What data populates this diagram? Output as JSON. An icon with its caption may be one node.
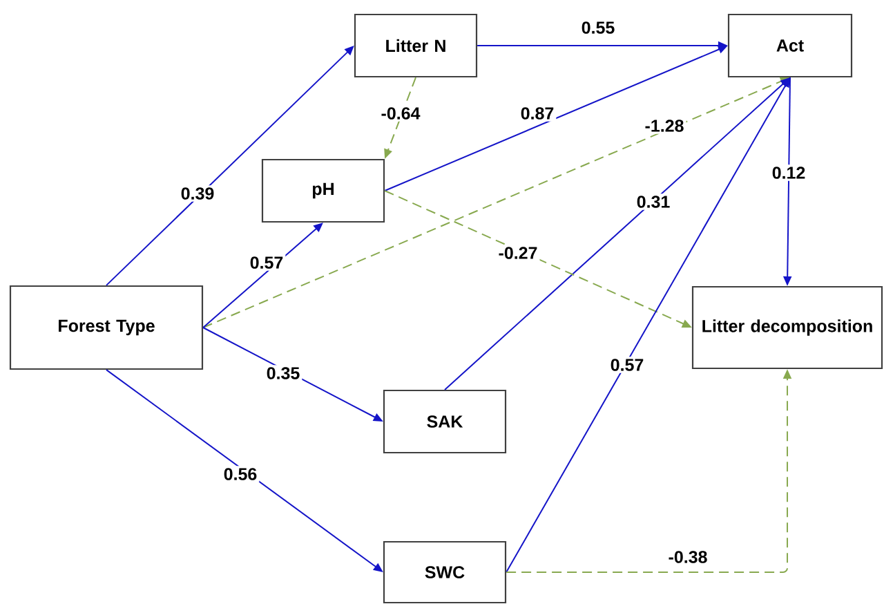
{
  "diagram": {
    "nodes": [
      {
        "text": [
          "Litter N"
        ]
      },
      {
        "text": [
          "Act"
        ]
      },
      {
        "text": [
          "pH"
        ]
      },
      {
        "text": [
          "Forest Type"
        ]
      },
      {
        "text": [
          "Litter decomposition"
        ]
      },
      {
        "text": [
          "SAK"
        ]
      },
      {
        "text": [
          "SWC"
        ]
      }
    ],
    "edges": [
      {
        "from": 3,
        "to": 0,
        "arrow": "to",
        "label": "0.39"
      },
      {
        "from": 0,
        "to": 1,
        "arrow": "to",
        "label": "0.55"
      },
      {
        "from": 0,
        "to": 2,
        "arrow": "to",
        "label": "-0.64",
        "style": "dashed",
        "color": "#88a94f"
      },
      {
        "from": 2,
        "to": 1,
        "arrow": "to",
        "label": "0.87"
      },
      {
        "from": 3,
        "to": 1,
        "arrow": "to",
        "label": "-1.28",
        "style": "dashed",
        "color": "#88a94f"
      },
      {
        "from": 1,
        "to": 4,
        "arrow": "to",
        "label": "0.12"
      },
      {
        "from": 5,
        "to": 1,
        "arrow": "to",
        "label": "0.31"
      },
      {
        "from": 2,
        "to": 4,
        "arrow": "to",
        "label": "-0.27",
        "style": "dashed",
        "color": "#88a94f"
      },
      {
        "from": 3,
        "to": 2,
        "arrow": "to",
        "label": "0.57"
      },
      {
        "from": 3,
        "to": 5,
        "arrow": "to",
        "label": "0.35"
      },
      {
        "from": 6,
        "to": 1,
        "arrow": "to",
        "label": "0.57"
      },
      {
        "from": 3,
        "to": 6,
        "arrow": "to",
        "label": "0.56"
      },
      {
        "from": 6,
        "to": 4,
        "arrow": "to",
        "label": "-0.38",
        "style": "dashed",
        "color": "#88a94f"
      }
    ]
  }
}
